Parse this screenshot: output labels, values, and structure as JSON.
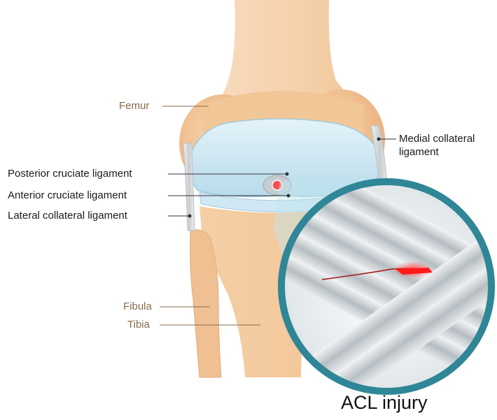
{
  "labels": {
    "femur": "Femur",
    "medial_collateral_1": "Medial collateral",
    "medial_collateral_2": "ligament",
    "posterior_cruciate": "Posterior cruciate ligament",
    "anterior_cruciate": "Anterior cruciate ligament",
    "lateral_collateral": "Lateral collateral ligament",
    "fibula": "Fibula",
    "tibia": "Tibia"
  },
  "caption": "ACL injury",
  "colors": {
    "bone": "#f2c698",
    "bone_shadow": "#e0a878",
    "cartilage": "#c9e6f2",
    "ligament": "#d8dde0",
    "lens_ring": "#3a8c9a",
    "injury": "#ff2020",
    "label_brown": "#8a6a4a"
  }
}
